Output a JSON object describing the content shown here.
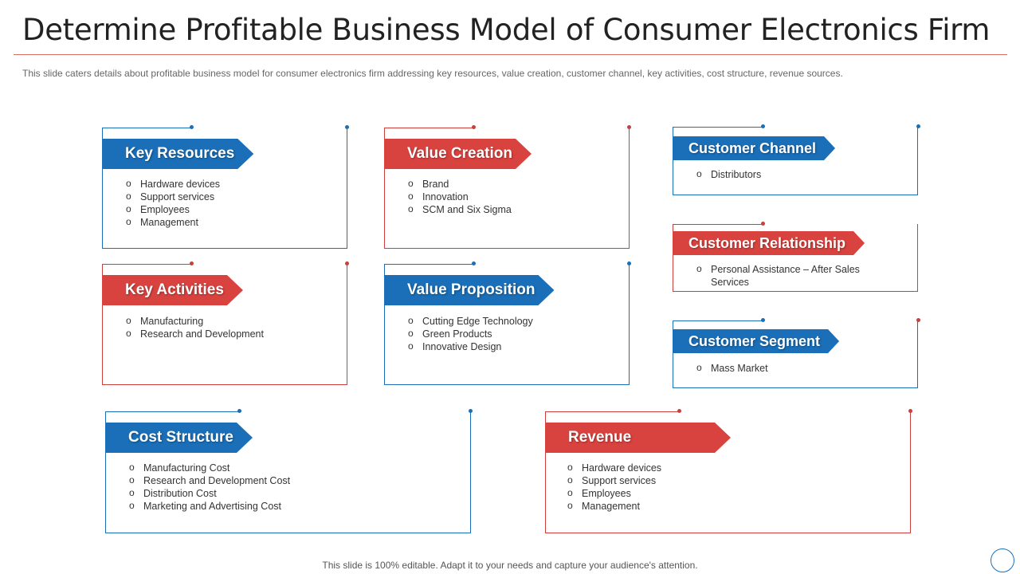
{
  "slide": {
    "title": "Determine Profitable Business Model of Consumer Electronics Firm",
    "subtitle": "This slide caters details about profitable business model for consumer electronics firm addressing key resources, value creation, customer channel, key activities, cost structure, revenue  sources.",
    "footer": "This slide is 100% editable. Adapt it to your needs and capture your audience's attention."
  },
  "cards": {
    "key_resources": {
      "label": "Key Resources",
      "color": "#1a6fb8",
      "items": [
        "Hardware  devices",
        "Support  services",
        "Employees",
        "Management"
      ]
    },
    "value_creation": {
      "label": "Value Creation",
      "color": "#d9433f",
      "items": [
        "Brand",
        "Innovation",
        "SCM and Six Sigma"
      ]
    },
    "customer_channel": {
      "label": "Customer Channel",
      "color": "#1a6fb8",
      "items": [
        "Distributors"
      ]
    },
    "customer_relationship": {
      "label": "Customer Relationship",
      "color": "#d9433f",
      "items": [
        "Personal Assistance – After Sales Services"
      ]
    },
    "key_activities": {
      "label": "Key Activities",
      "color": "#d9433f",
      "items": [
        "Manufacturing",
        "Research  and  Development"
      ]
    },
    "value_proposition": {
      "label": "Value Proposition",
      "color": "#1a6fb8",
      "items": [
        "Cutting Edge Technology",
        "Green Products",
        "Innovative  Design"
      ]
    },
    "customer_segment": {
      "label": "Customer Segment",
      "color": "#1a6fb8",
      "items": [
        "Mass Market"
      ]
    },
    "cost_structure": {
      "label": "Cost Structure",
      "color": "#1a6fb8",
      "items": [
        "Manufacturing  Cost",
        "Research and Development  Cost",
        "Distribution Cost",
        "Marketing and Advertising Cost"
      ]
    },
    "revenue": {
      "label": "Revenue",
      "color": "#d9433f",
      "items": [
        "Hardware  devices",
        "Support  services",
        "Employees",
        "Management"
      ]
    }
  }
}
